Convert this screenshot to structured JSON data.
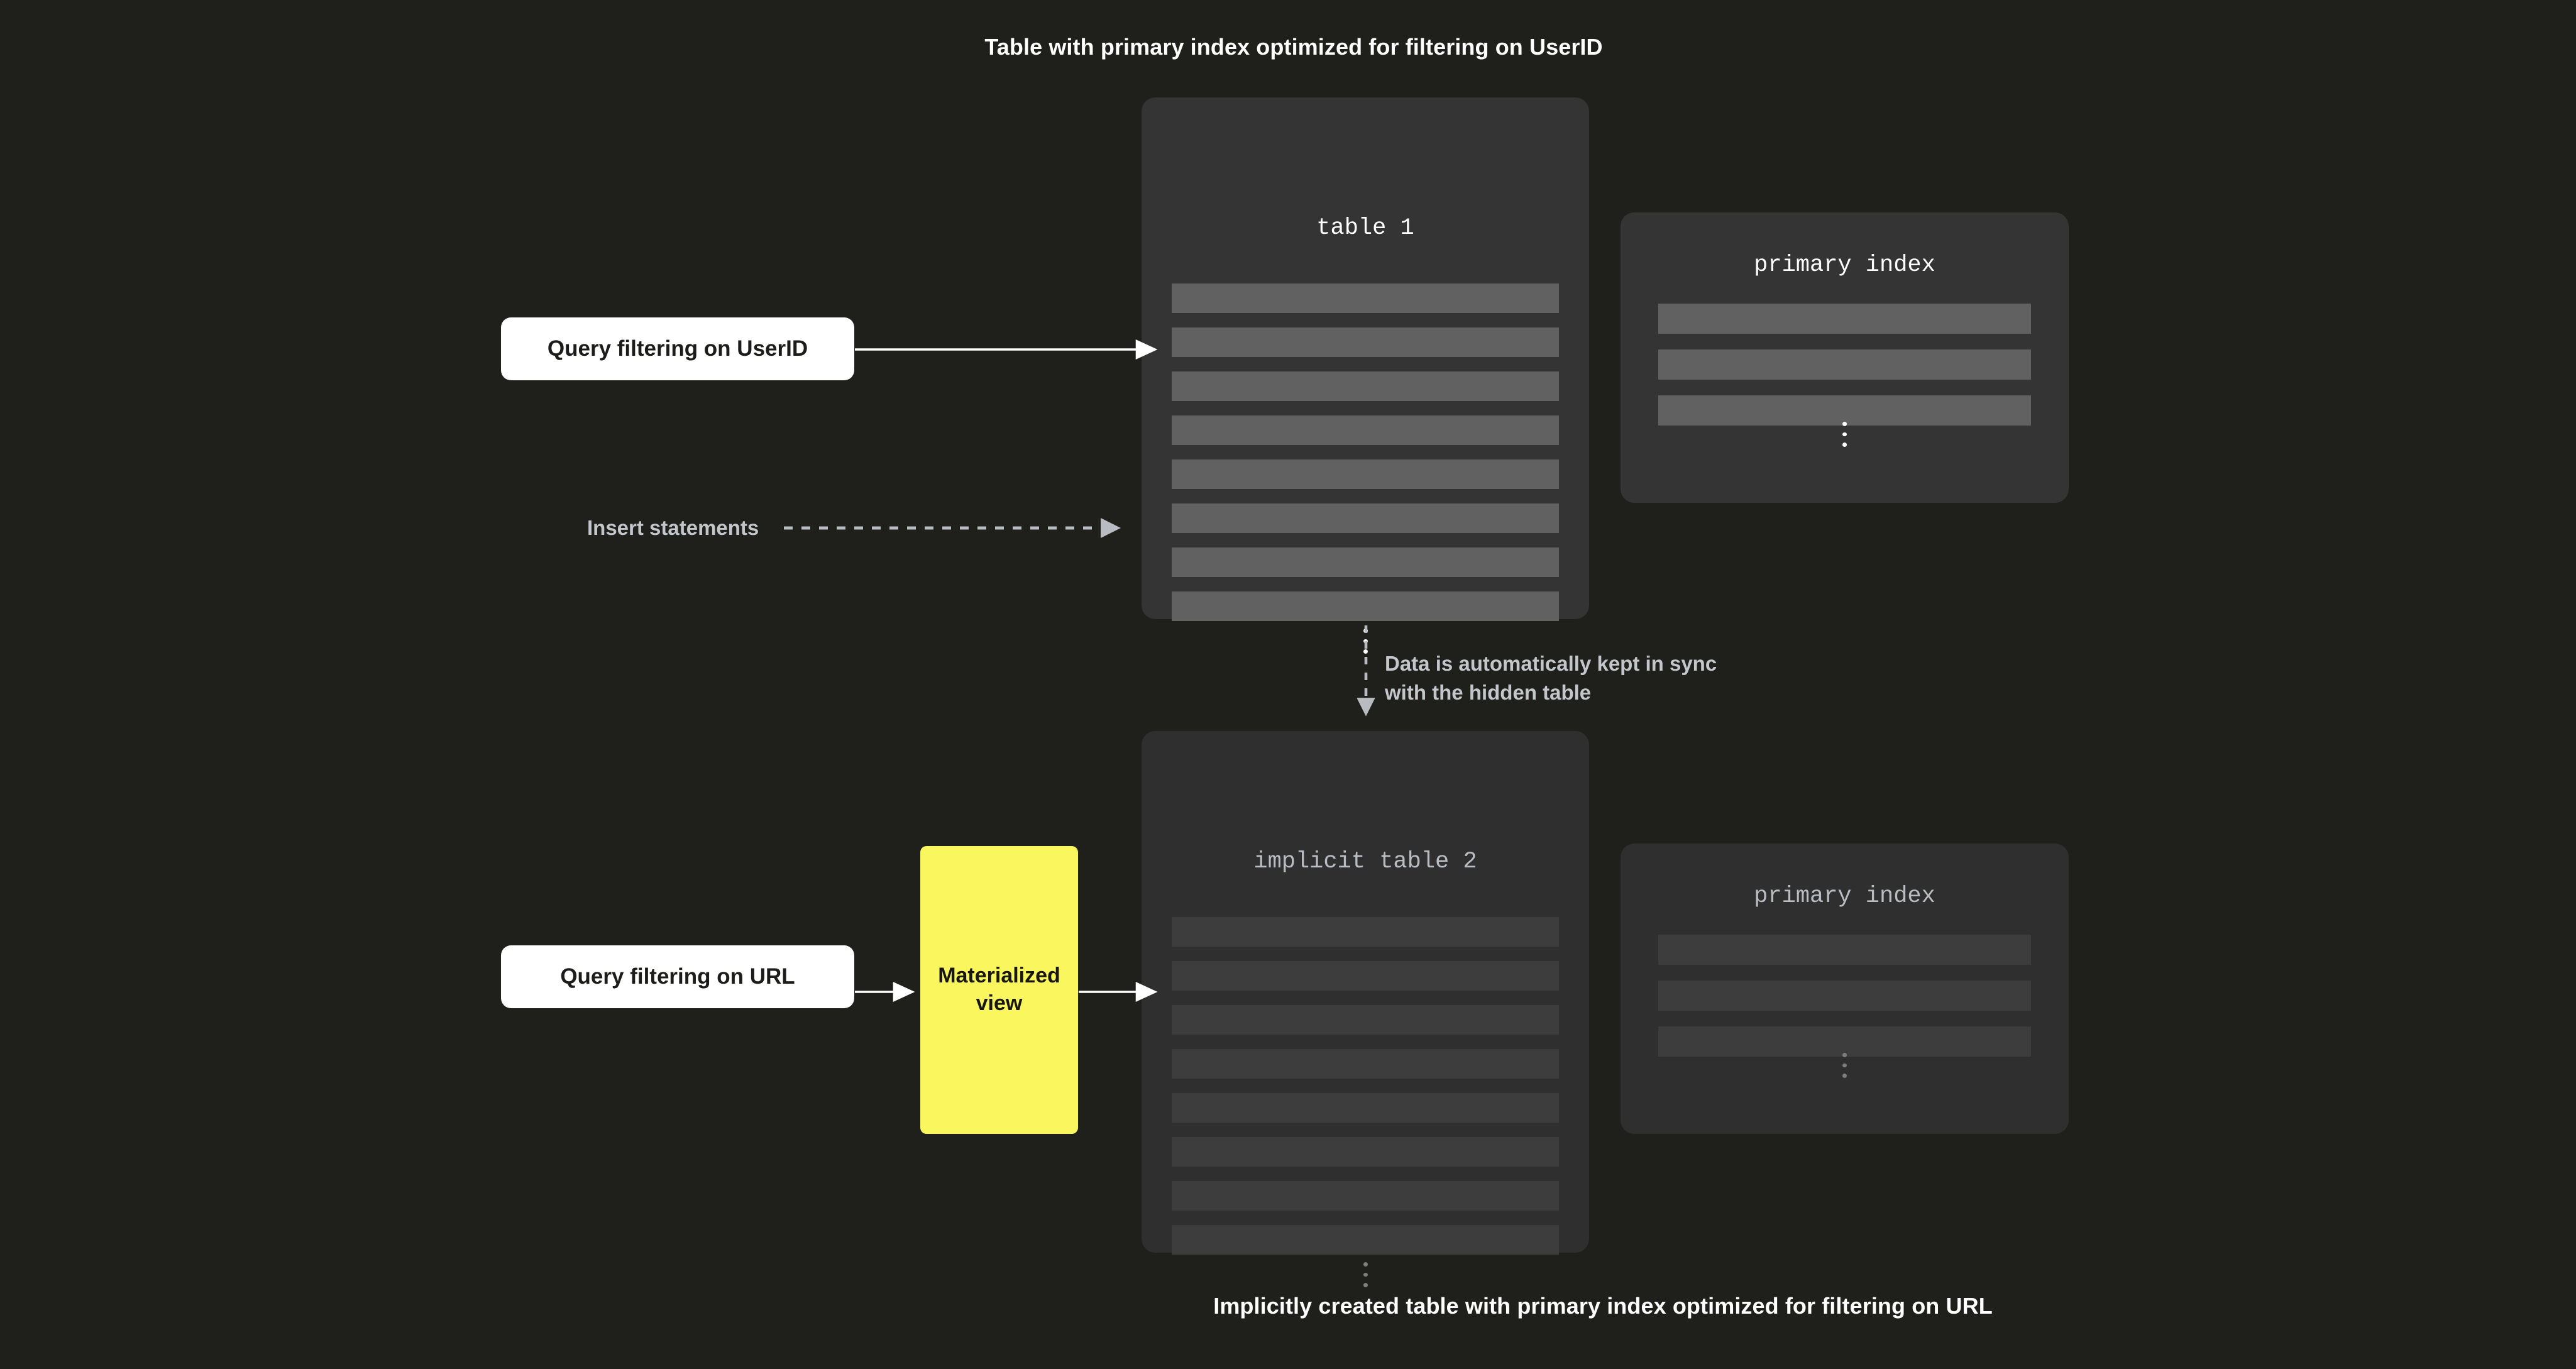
{
  "captions": {
    "top": "Table with primary index optimized for filtering on UserID",
    "bottom": "Implicitly created table with primary index optimized for filtering on URL"
  },
  "cards": {
    "table1": {
      "title": "table 1",
      "row_count": 8,
      "ellipsis": "vertical-ellipsis"
    },
    "primary_index_top": {
      "title": "primary index",
      "row_count": 3,
      "ellipsis": "vertical-ellipsis"
    },
    "table2": {
      "title": "implicit table 2",
      "row_count": 8,
      "ellipsis": "vertical-ellipsis"
    },
    "primary_index_bottom": {
      "title": "primary index",
      "row_count": 3,
      "ellipsis": "vertical-ellipsis"
    }
  },
  "nodes": {
    "query_userid": "Query filtering on UserID",
    "query_url": "Query filtering on URL",
    "materialized_view": "Materialized\nview"
  },
  "labels": {
    "insert_statements": "Insert statements",
    "sync_note": "Data is automatically kept in sync\nwith the hidden table"
  },
  "colors": {
    "background": "#1f1f1c",
    "card": "#343434",
    "card_dim": "#2f2f2f",
    "row": "#616161",
    "row_dim": "#3d3d3d",
    "accent_yellow": "#faf65e",
    "white": "#ffffff",
    "muted_text": "#c3c6cb"
  }
}
